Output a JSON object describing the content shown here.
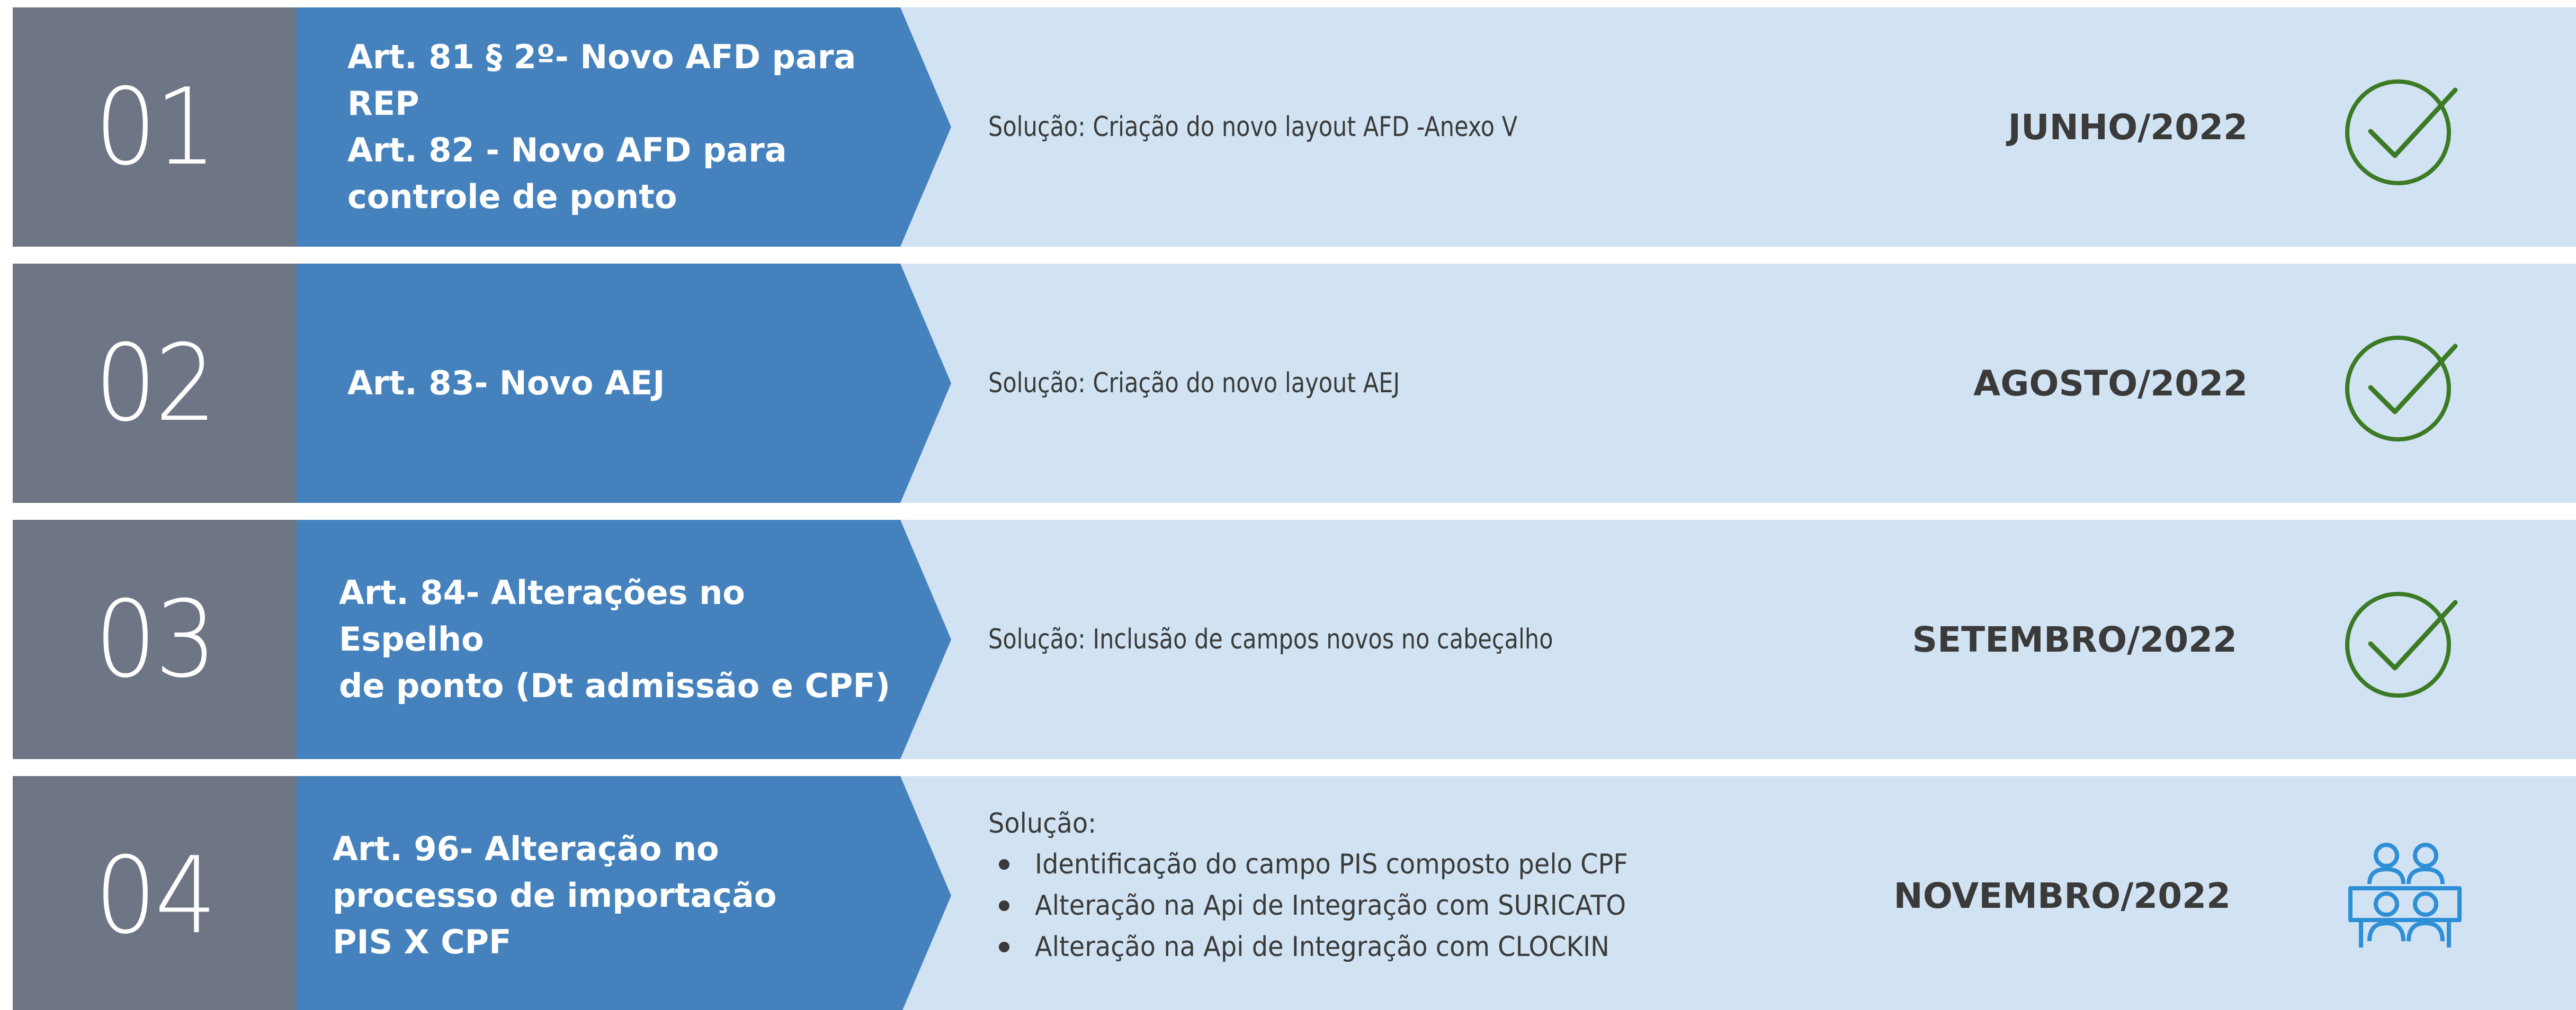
{
  "rows": [
    {
      "number": "01",
      "title": "Art. 81  § 2º- Novo AFD para\nREP\nArt. 82 - Novo AFD para\ncontrole de ponto",
      "solution": "Solução: Criação do novo layout AFD -Anexo V",
      "date": "JUNHO/2022",
      "icon": "check-circle-icon",
      "icon_color": "#3c7a26"
    },
    {
      "number": "02",
      "title": "Art. 83- Novo AEJ",
      "solution": "Solução: Criação do novo layout AEJ",
      "date": "AGOSTO/2022",
      "icon": "check-circle-icon",
      "icon_color": "#3c7a26"
    },
    {
      "number": "03",
      "title": "Art. 84- Alterações no Espelho\nde ponto (Dt admissão e CPF)",
      "solution": "Solução: Inclusão de campos novos no cabeçalho",
      "date": "SETEMBRO/2022",
      "icon": "check-circle-icon",
      "icon_color": "#3c7a26"
    },
    {
      "number": "04",
      "title": "Art. 96- Alteração no\nprocesso de importação\nPIS X CPF",
      "solution_heading": "Solução:",
      "solution_items": [
        "Identificação do campo PIS composto pelo CPF",
        "Alteração na Api de Integração com SURICATO",
        "Alteração na Api de Integração com CLOCKIN"
      ],
      "date": "NOVEMBRO/2022",
      "icon": "meeting-people-icon",
      "icon_color": "#2e8fd6"
    }
  ],
  "colors": {
    "number_box": "#6e7686",
    "arrow": "#4582bd",
    "row_background": "#d1e3f2",
    "text_dark": "#3a3a3a"
  }
}
